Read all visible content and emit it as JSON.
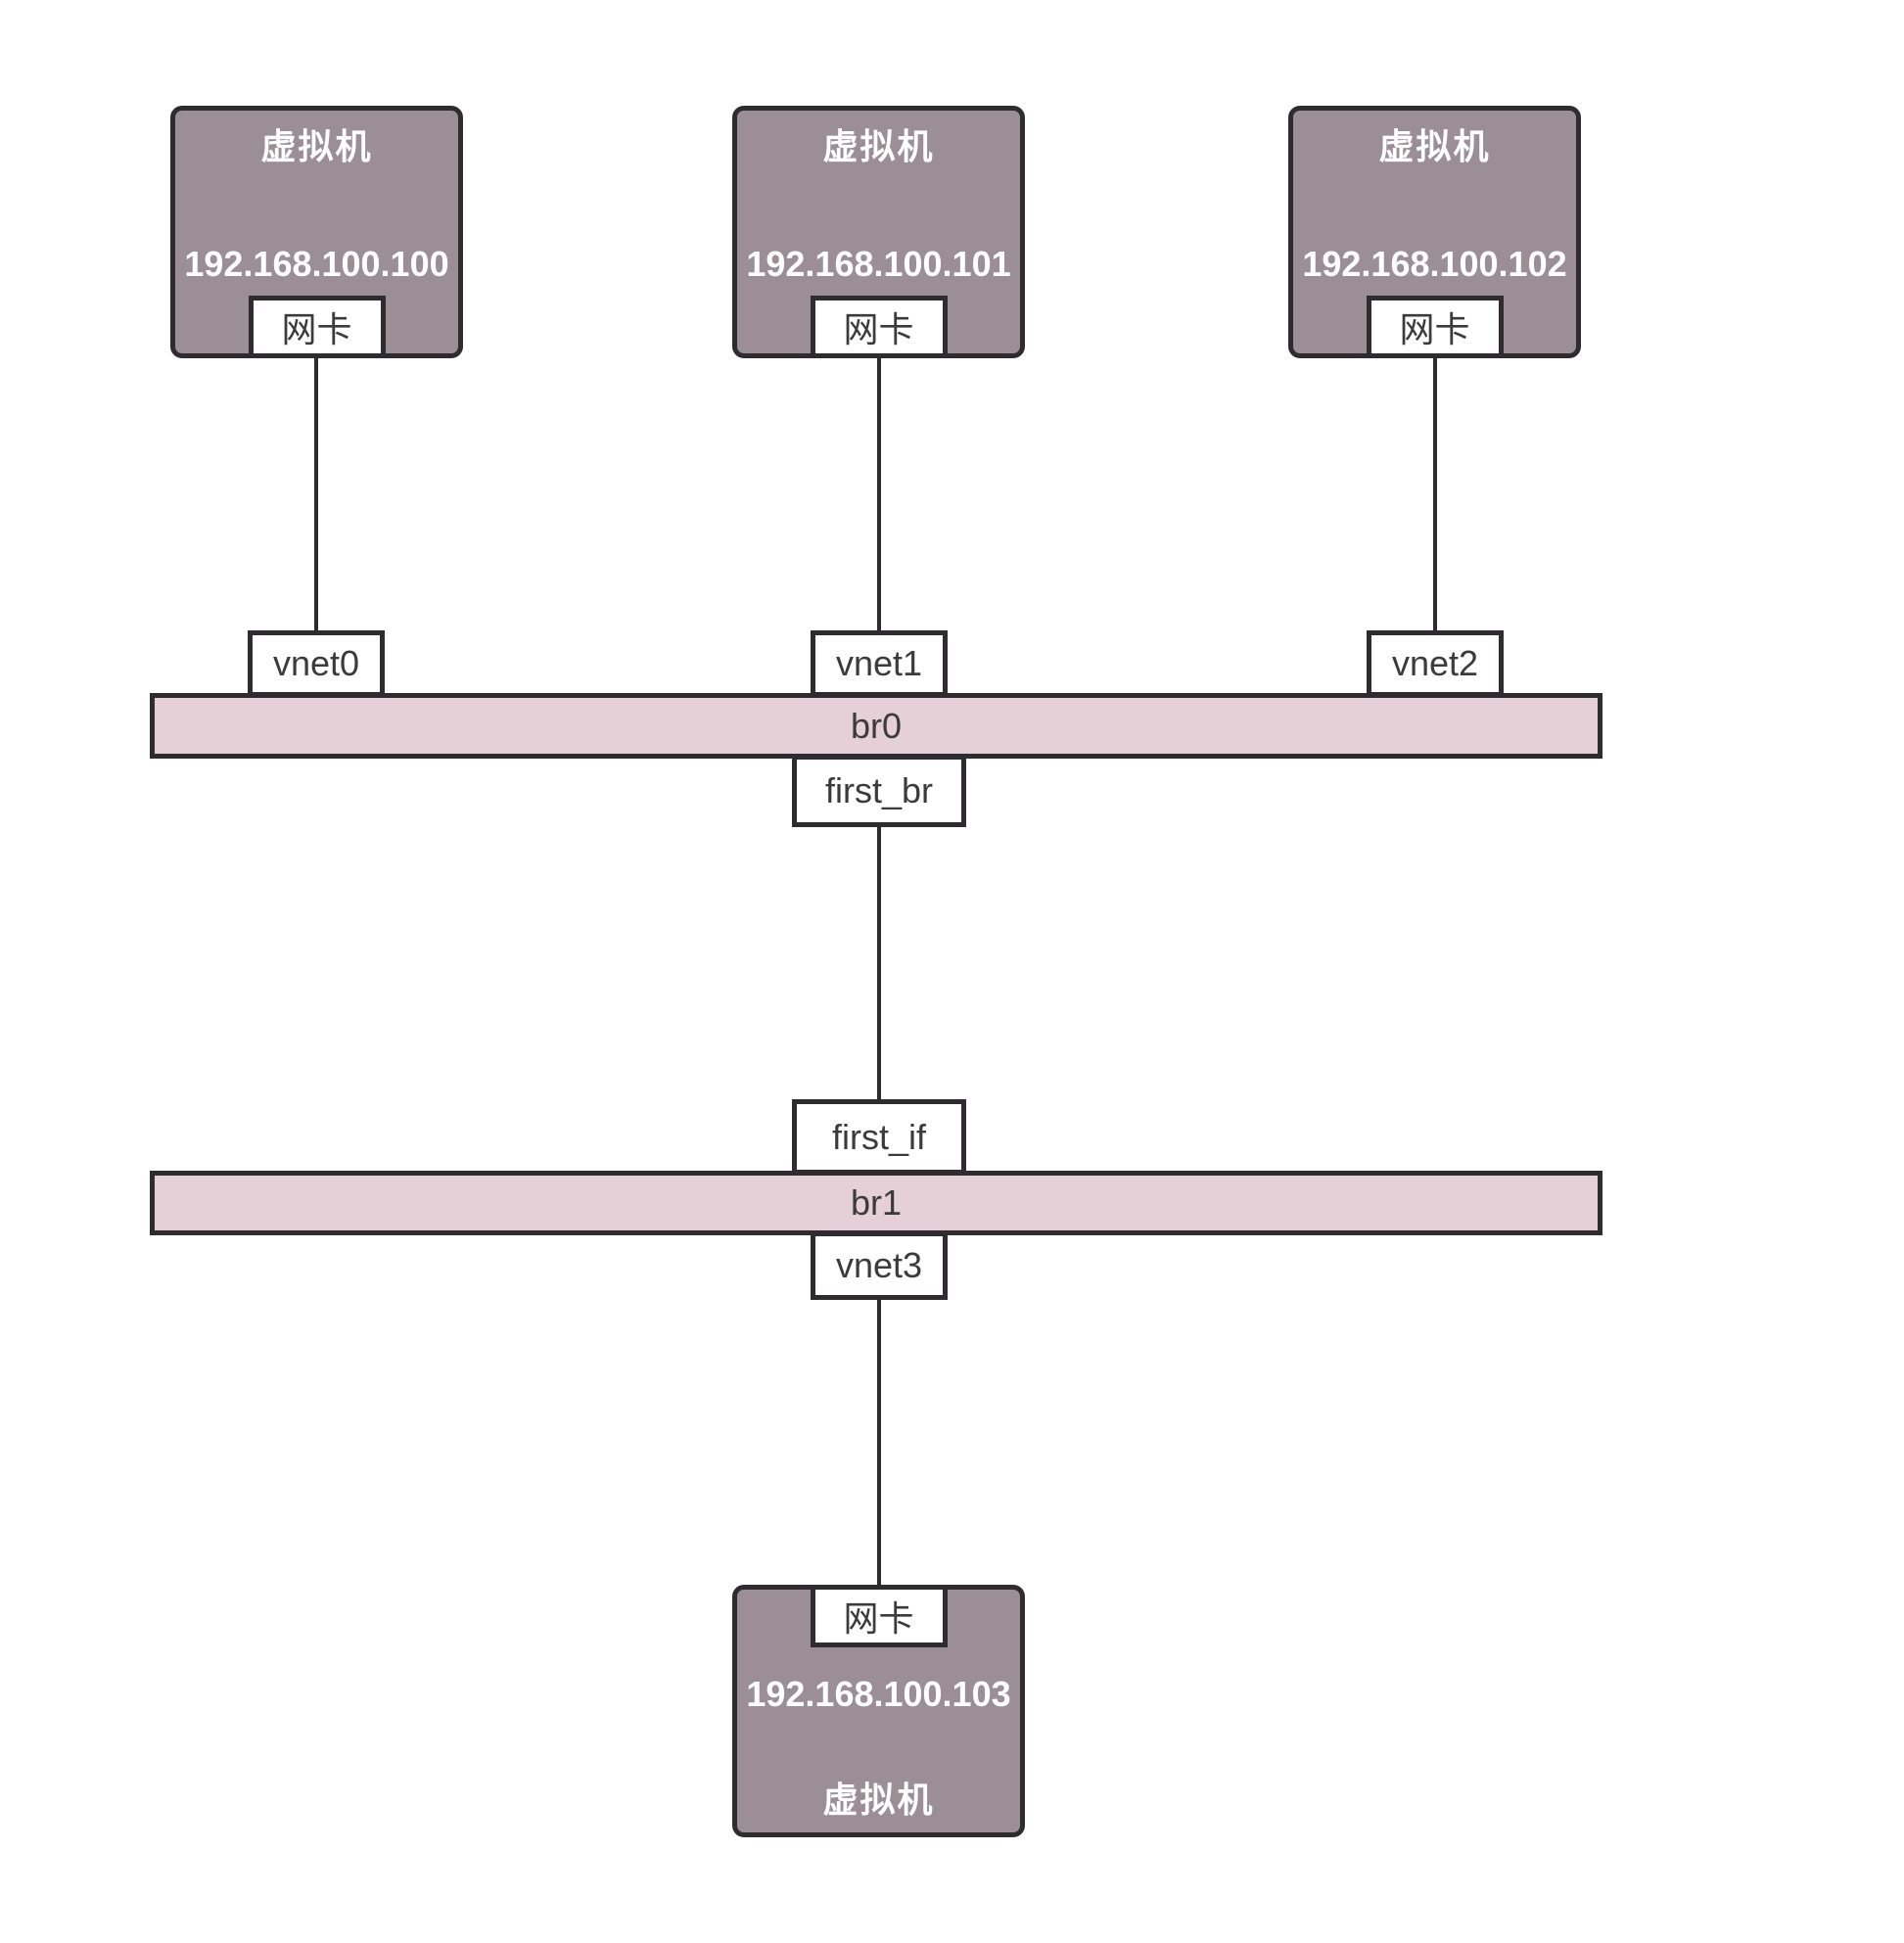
{
  "labels": {
    "vm": "虚拟机",
    "nic": "网卡"
  },
  "vms": [
    {
      "ip": "192.168.100.100"
    },
    {
      "ip": "192.168.100.101"
    },
    {
      "ip": "192.168.100.102"
    },
    {
      "ip": "192.168.100.103"
    }
  ],
  "interfaces": {
    "vnet0": "vnet0",
    "vnet1": "vnet1",
    "vnet2": "vnet2",
    "vnet3": "vnet3",
    "first_br": "first_br",
    "first_if": "first_if"
  },
  "bridges": {
    "br0": "br0",
    "br1": "br1"
  },
  "colors": {
    "vm_fill": "#9C8E95",
    "bridge_fill": "#E5D0D8",
    "border": "#2E2C2E",
    "box_fill": "#FFFFFF",
    "vm_text": "#FFFFFF",
    "box_text": "#3B3B3B",
    "background": "#FFFFFF"
  }
}
